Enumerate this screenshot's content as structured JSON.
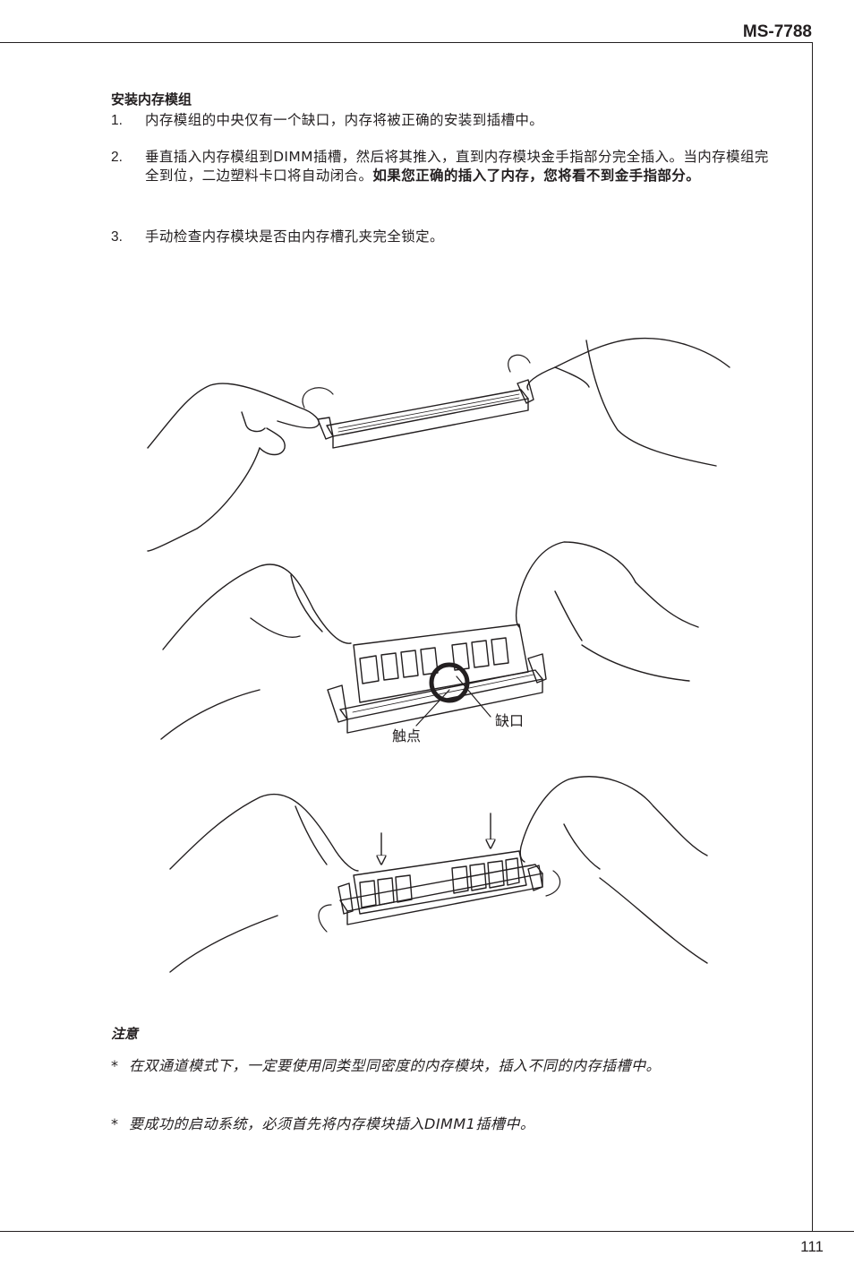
{
  "header": {
    "model": "MS-7788"
  },
  "section": {
    "title": "安装内存模组",
    "steps": [
      {
        "num": "1.",
        "text": "内存模组的中央仅有一个缺口，内存将被正确的安装到插槽中。"
      },
      {
        "num": "2.",
        "text": "垂直插入内存模组到DIMM插槽，然后将其推入，直到内存模块金手指部分完全插入。当内存模组完全到位，二边塑料卡口将自动闭合。",
        "bold": "如果您正确的插入了内存，您将看不到金手指部分。"
      },
      {
        "num": "3.",
        "text": "手动检查内存模块是否由内存槽孔夹完全锁定。"
      }
    ]
  },
  "figure": {
    "contact_label": "触点",
    "notch_label": "缺口"
  },
  "notes": {
    "title": "注意",
    "items": [
      {
        "mark": "*",
        "text": "在双通道模式下，一定要使用同类型同密度的内存模块，插入不同的内存插槽中。"
      },
      {
        "mark": "*",
        "text": "要成功的启动系统，必须首先将内存模块插入DIMM1插槽中。"
      }
    ]
  },
  "footer": {
    "page": "111"
  }
}
